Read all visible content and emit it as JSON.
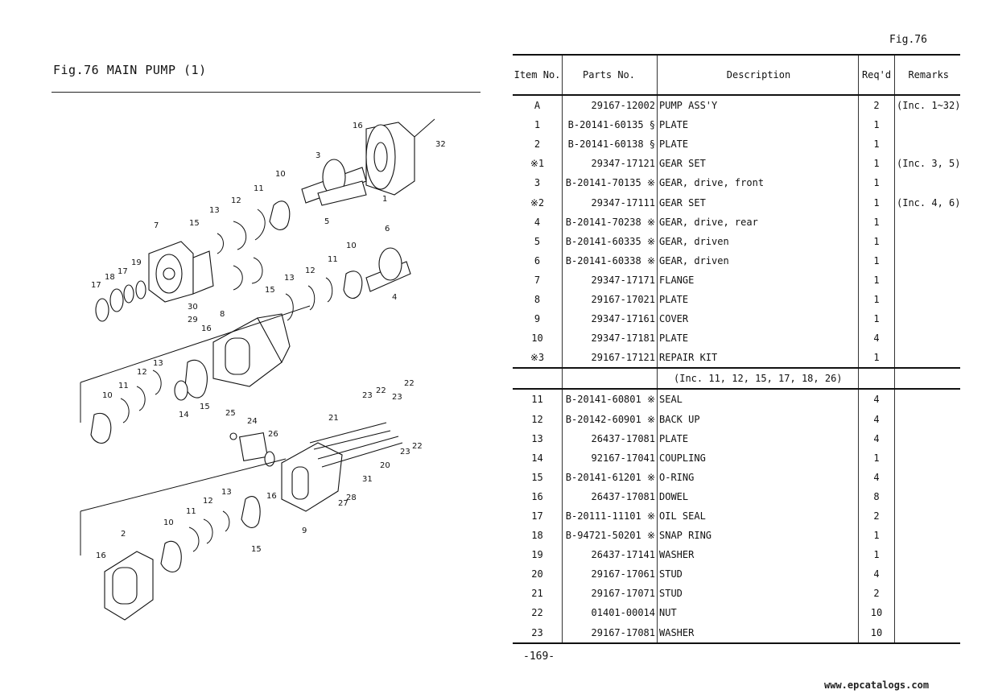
{
  "header": {
    "title": "Fig.76  MAIN PUMP (1)",
    "figure_ref": "Fig.76"
  },
  "diagram": {
    "callouts": [
      "1",
      "2",
      "3",
      "4",
      "5",
      "6",
      "7",
      "8",
      "9",
      "10",
      "11",
      "12",
      "13",
      "14",
      "15",
      "16",
      "17",
      "18",
      "19",
      "20",
      "21",
      "22",
      "23",
      "24",
      "25",
      "26",
      "27",
      "28",
      "29",
      "30",
      "31",
      "32"
    ]
  },
  "table": {
    "headers": {
      "item_no": "Item No.",
      "parts_no": "Parts No.",
      "description": "Description",
      "reqd": "Req'd",
      "remarks": "Remarks"
    },
    "rows": [
      {
        "item": "A",
        "part": "29167-12002",
        "desc": "PUMP ASS'Y",
        "qty": "2",
        "remarks": "(Inc. 1~32)"
      },
      {
        "item": "1",
        "part": "B-20141-60135 §",
        "desc": "PLATE",
        "qty": "1",
        "remarks": ""
      },
      {
        "item": "2",
        "part": "B-20141-60138 §",
        "desc": "PLATE",
        "qty": "1",
        "remarks": ""
      },
      {
        "item": "※1",
        "part": "29347-17121",
        "desc": "GEAR SET",
        "qty": "1",
        "remarks": "(Inc. 3, 5)"
      },
      {
        "item": "3",
        "part": "B-20141-70135 ※",
        "desc": "GEAR, drive, front",
        "qty": "1",
        "remarks": ""
      },
      {
        "item": "※2",
        "part": "29347-17111",
        "desc": "GEAR SET",
        "qty": "1",
        "remarks": "(Inc. 4, 6)"
      },
      {
        "item": "4",
        "part": "B-20141-70238 ※",
        "desc": "GEAR, drive, rear",
        "qty": "1",
        "remarks": ""
      },
      {
        "item": "5",
        "part": "B-20141-60335 ※",
        "desc": "GEAR, driven",
        "qty": "1",
        "remarks": ""
      },
      {
        "item": "6",
        "part": "B-20141-60338 ※",
        "desc": "GEAR, driven",
        "qty": "1",
        "remarks": ""
      },
      {
        "item": "7",
        "part": "29347-17171",
        "desc": "FLANGE",
        "qty": "1",
        "remarks": ""
      },
      {
        "item": "8",
        "part": "29167-17021",
        "desc": "PLATE",
        "qty": "1",
        "remarks": ""
      },
      {
        "item": "9",
        "part": "29347-17161",
        "desc": "COVER",
        "qty": "1",
        "remarks": ""
      },
      {
        "item": "10",
        "part": "29347-17181",
        "desc": "PLATE",
        "qty": "4",
        "remarks": ""
      },
      {
        "item": "※3",
        "part": "29167-17121",
        "desc": "REPAIR KIT",
        "qty": "1",
        "remarks": ""
      }
    ],
    "repair_kit_note": "(Inc. 11, 12, 15, 17, 18, 26)",
    "rows2": [
      {
        "item": "11",
        "part": "B-20141-60801 ※",
        "desc": "SEAL",
        "qty": "4",
        "remarks": ""
      },
      {
        "item": "12",
        "part": "B-20142-60901 ※",
        "desc": "BACK UP",
        "qty": "4",
        "remarks": ""
      },
      {
        "item": "13",
        "part": "26437-17081",
        "desc": "PLATE",
        "qty": "4",
        "remarks": ""
      },
      {
        "item": "14",
        "part": "92167-17041",
        "desc": "COUPLING",
        "qty": "1",
        "remarks": ""
      },
      {
        "item": "15",
        "part": "B-20141-61201 ※",
        "desc": "O-RING",
        "qty": "4",
        "remarks": ""
      },
      {
        "item": "16",
        "part": "26437-17081",
        "desc": "DOWEL",
        "qty": "8",
        "remarks": ""
      },
      {
        "item": "17",
        "part": "B-20111-11101 ※",
        "desc": "OIL SEAL",
        "qty": "2",
        "remarks": ""
      },
      {
        "item": "18",
        "part": "B-94721-50201 ※",
        "desc": "SNAP RING",
        "qty": "1",
        "remarks": ""
      },
      {
        "item": "19",
        "part": "26437-17141",
        "desc": "WASHER",
        "qty": "1",
        "remarks": ""
      },
      {
        "item": "20",
        "part": "29167-17061",
        "desc": "STUD",
        "qty": "4",
        "remarks": ""
      },
      {
        "item": "21",
        "part": "29167-17071",
        "desc": "STUD",
        "qty": "2",
        "remarks": ""
      },
      {
        "item": "22",
        "part": "01401-00014",
        "desc": "NUT",
        "qty": "10",
        "remarks": ""
      },
      {
        "item": "23",
        "part": "29167-17081",
        "desc": "WASHER",
        "qty": "10",
        "remarks": ""
      }
    ]
  },
  "footer": {
    "page_number": "-169-",
    "watermark": "www.epcatalogs.com"
  }
}
